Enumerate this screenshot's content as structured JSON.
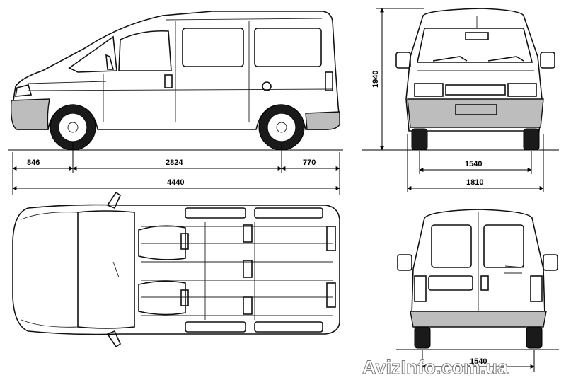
{
  "dimensions": {
    "front_overhang": "846",
    "wheelbase": "2824",
    "rear_overhang": "770",
    "overall_length": "4440",
    "height": "1940",
    "front_track": "1540",
    "overall_width": "1810",
    "rear_track": "1540"
  },
  "watermark": "AvizInfo.com.ua",
  "colors": {
    "line": "#111111",
    "bumper_shade": "#bdbdbd",
    "background": "#ffffff"
  }
}
